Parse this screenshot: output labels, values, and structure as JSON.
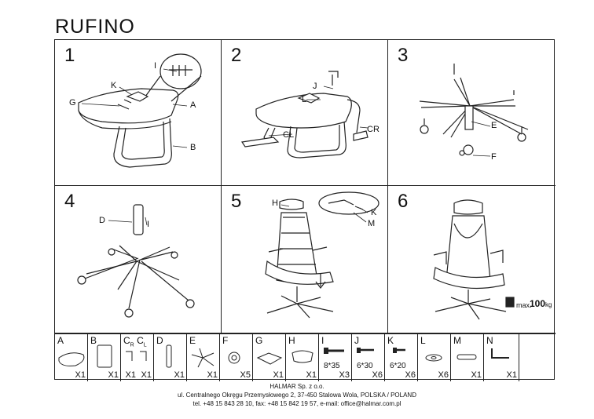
{
  "title": "RUFINO",
  "steps": [
    {
      "num": "1",
      "labels": {
        "I": "I",
        "K": "K",
        "G": "G",
        "A": "A",
        "B": "B"
      }
    },
    {
      "num": "2",
      "labels": {
        "J": "J",
        "L": "L",
        "CL": "CL",
        "CR": "CR"
      }
    },
    {
      "num": "3",
      "labels": {
        "E": "E",
        "F": "F"
      }
    },
    {
      "num": "4",
      "labels": {
        "D": "D",
        "I": "I"
      }
    },
    {
      "num": "5",
      "labels": {
        "H": "H",
        "K": "K",
        "M": "M"
      }
    },
    {
      "num": "6",
      "max_label": "max.",
      "max_value": "100",
      "max_unit": "kg"
    }
  ],
  "parts": [
    {
      "code": "A",
      "qty": "X1",
      "size": ""
    },
    {
      "code": "B",
      "qty": "X1",
      "size": ""
    },
    {
      "code": "C",
      "sub": "R",
      "code2": "C",
      "sub2": "L",
      "qty": "X1",
      "qty2": "X1",
      "size": ""
    },
    {
      "code": "D",
      "qty": "X1",
      "size": ""
    },
    {
      "code": "E",
      "qty": "X1",
      "size": ""
    },
    {
      "code": "F",
      "qty": "X5",
      "size": ""
    },
    {
      "code": "G",
      "qty": "X1",
      "size": ""
    },
    {
      "code": "H",
      "qty": "X1",
      "size": ""
    },
    {
      "code": "I",
      "qty": "X3",
      "size": "8*35"
    },
    {
      "code": "J",
      "qty": "X6",
      "size": "6*30"
    },
    {
      "code": "K",
      "qty": "X6",
      "size": "6*20"
    },
    {
      "code": "L",
      "qty": "X6",
      "size": ""
    },
    {
      "code": "M",
      "qty": "X1",
      "size": ""
    },
    {
      "code": "N",
      "qty": "X1",
      "size": ""
    }
  ],
  "footer": {
    "company": "HALMAR Sp. z o.o.",
    "address": "ul. Centralnego Okręgu Przemysłowego 2, 37-450 Stalowa Wola, POLSKA / POLAND",
    "contact": "tel. +48 15 843 28 10, fax: +48 15 842 19 57, e-mail: office@halmar.com.pl"
  }
}
